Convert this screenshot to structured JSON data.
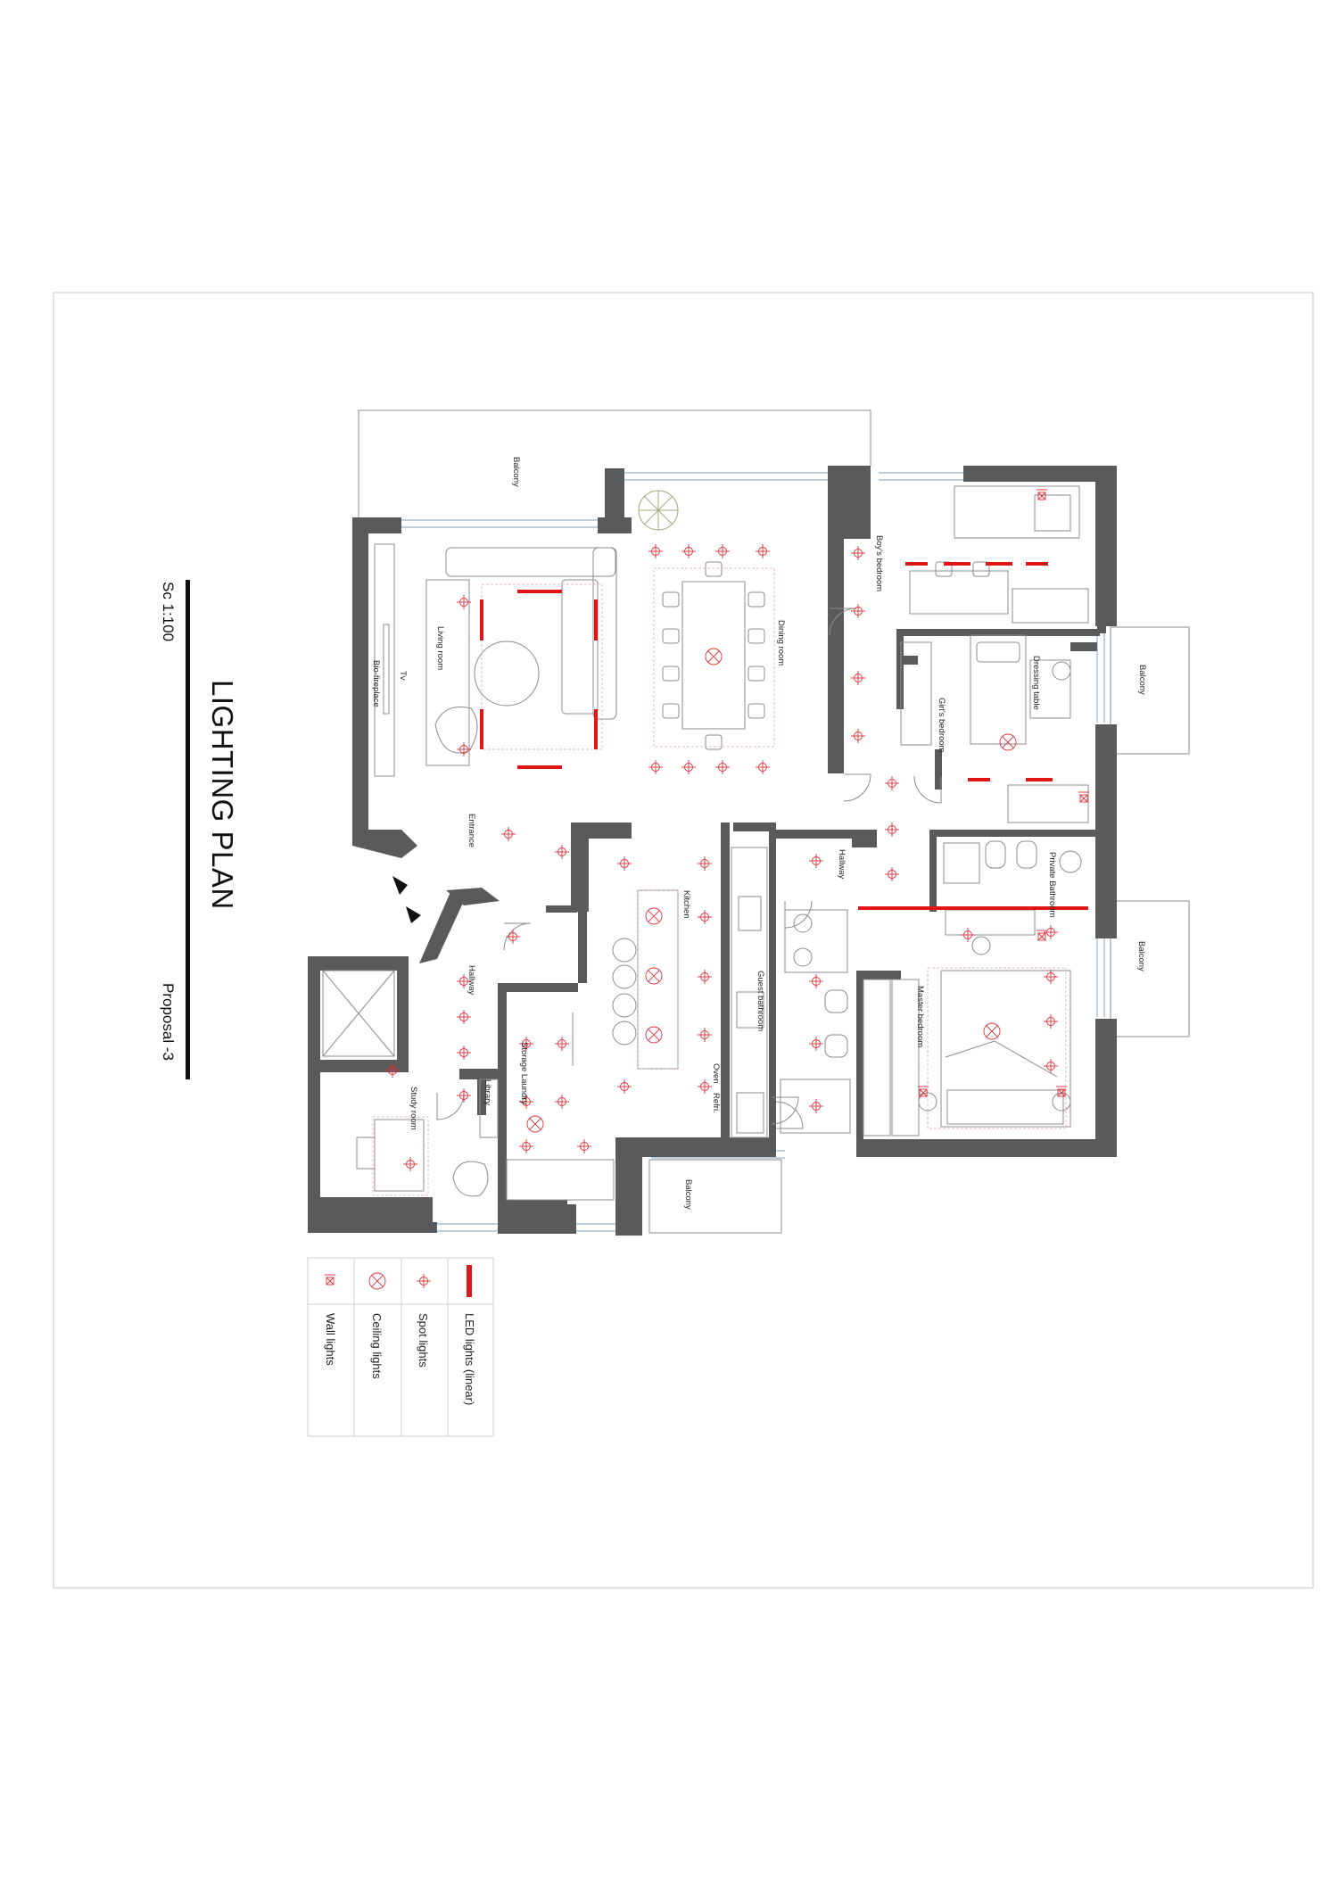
{
  "title": "LIGHTING PLAN",
  "scale": "Sc 1:100",
  "proposal": "Proposal -3",
  "rooms": {
    "balcony_top": "Balcony",
    "living_room": "Living room",
    "tv": "Tv",
    "bio_fireplace": "Bio-fireplace",
    "dining_room": "Dining room",
    "entrance": "Entrance",
    "boys_bedroom": "Boy's bedroom",
    "girls_bedroom": "Girl's bedroom",
    "dressing_table": "Dressing table",
    "balcony_right_top": "Balcony",
    "private_bathroom": "Private Bathroom",
    "hallway_mid": "Hallway",
    "kitchen": "Kitchen",
    "guest_bathroom": "Guest bathroom",
    "master_bedroom": "Master bedroom",
    "balcony_right_bottom": "Balcony",
    "hallway_left": "Hallway",
    "storage_laundry": "Storage Laundry",
    "oven": "Oven",
    "refri": "Refri.",
    "library": "Library",
    "study_room": "Study room",
    "balcony_bottom": "Balcony"
  },
  "legend": [
    {
      "label": "LED lights (linear)",
      "symbol": "led-line-icon"
    },
    {
      "label": "Spot lights",
      "symbol": "spot-light-icon"
    },
    {
      "label": "Ceiling lights",
      "symbol": "ceiling-light-icon"
    },
    {
      "label": "Wall lights",
      "symbol": "wall-light-icon"
    }
  ],
  "colors": {
    "wall": "#5a5a5a",
    "light_symbol": "#e0303a",
    "led_line": "#e01616",
    "window": "#9bb4c4"
  }
}
